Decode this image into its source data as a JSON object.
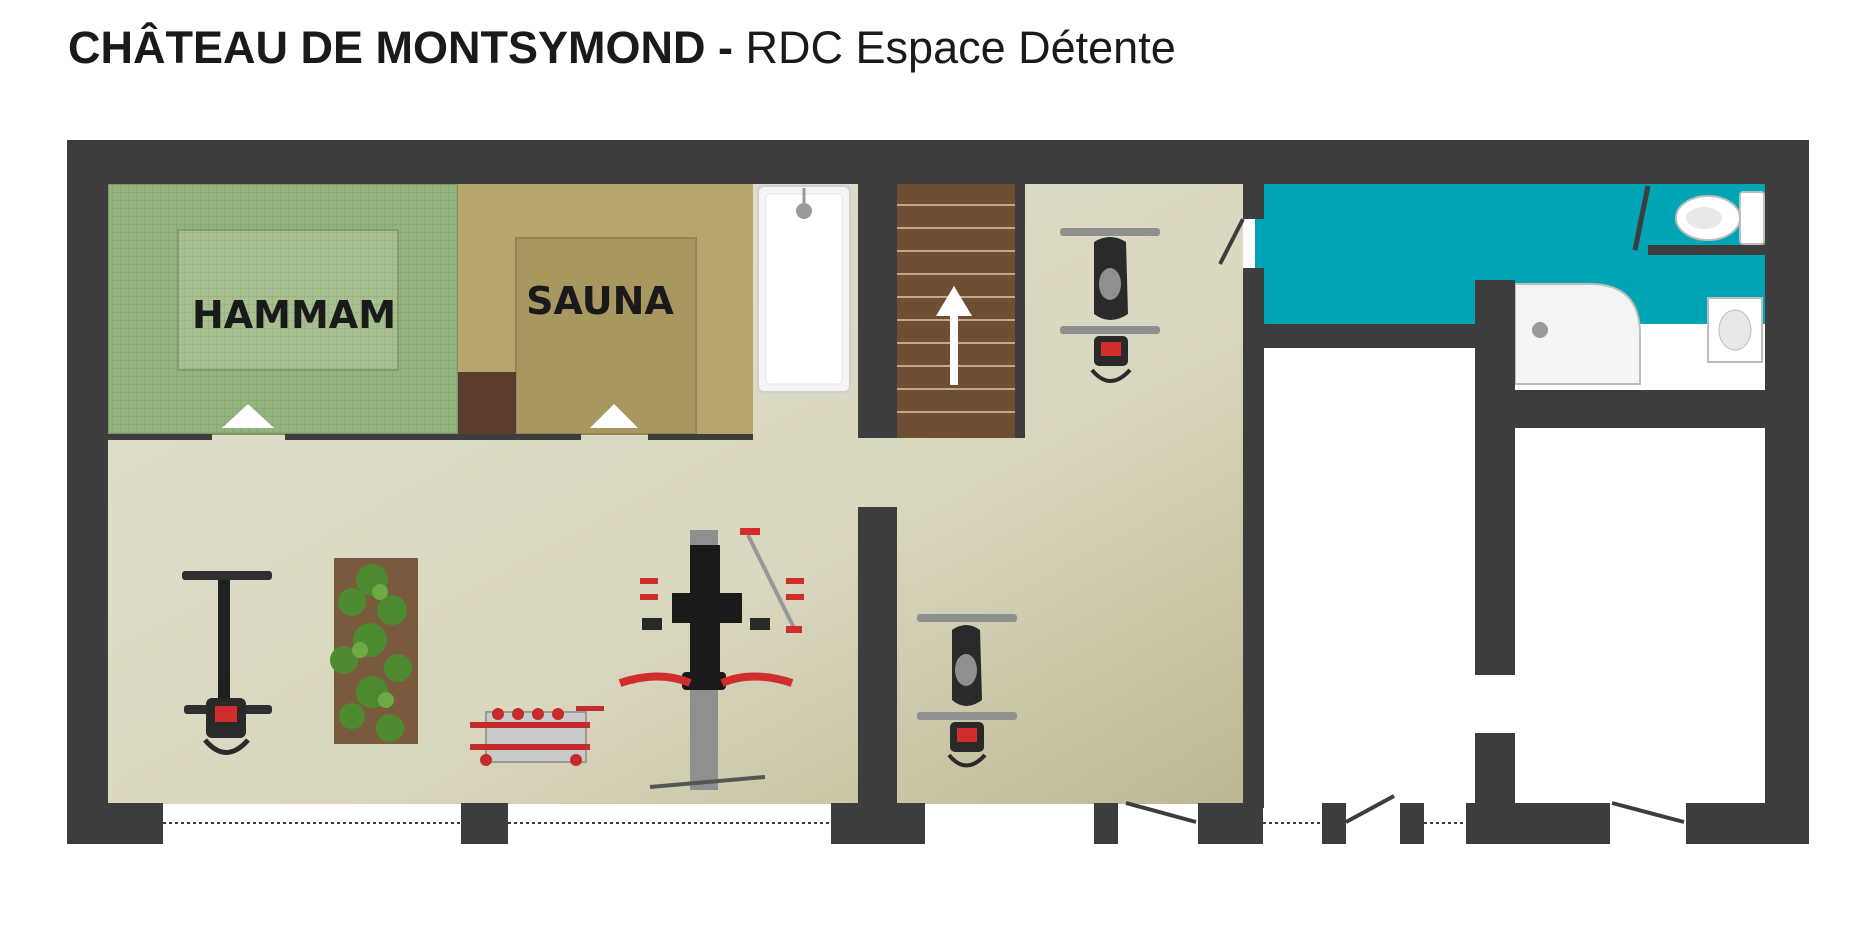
{
  "title": {
    "property_name": "CHÂTEAU DE MONTSYMOND",
    "separator": "-",
    "floor_description": "RDC Espace Détente"
  },
  "rooms": {
    "hammam": "HAMMAM",
    "sauna": "SAUNA"
  },
  "colors": {
    "wall": "#3d3d3d",
    "floor": "#dcd9c3",
    "hammam_tile": "#95b37f",
    "sauna_wood": "#b6a66e",
    "bathroom_accent": "#00a5b5",
    "stair_wood": "#6e4f33"
  },
  "icons": [
    "exercise-bike-icon",
    "plant-box-icon",
    "dumbbell-rack-icon",
    "weight-bench-icon",
    "shower-icon",
    "toilet-icon",
    "sink-icon",
    "stairs-up-arrow-icon",
    "door-arrow-icon"
  ]
}
